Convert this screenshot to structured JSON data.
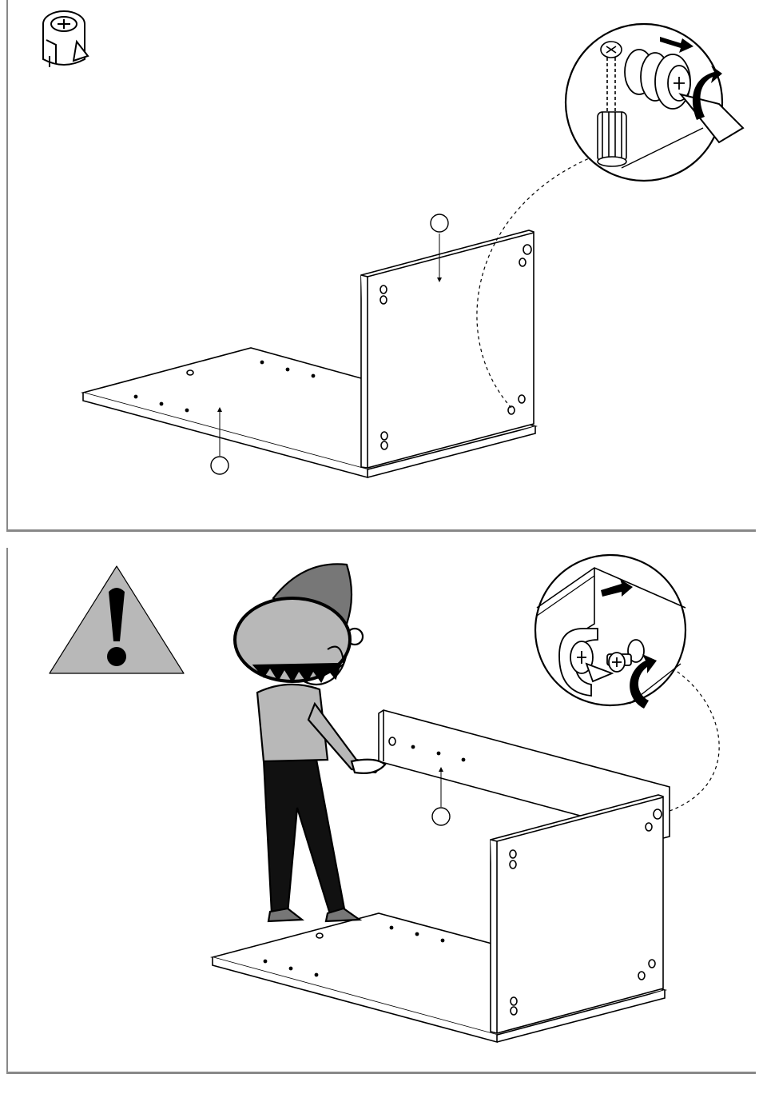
{
  "document": {
    "type": "assembly-instruction-page",
    "steps": [
      {
        "panel": "top",
        "hardware_icon": "cam-lock-fitting-icon",
        "callouts": [
          {
            "part_marker": "",
            "target": "side-panel"
          },
          {
            "part_marker": "",
            "target": "bottom-panel"
          }
        ],
        "detail": "cam-lock-tightening-detail"
      },
      {
        "panel": "bottom",
        "warning_icon": "warning-triangle-icon",
        "figure": "person-holding-back-panel",
        "callouts": [
          {
            "part_marker": "",
            "target": "back-rail-panel"
          }
        ],
        "detail": "cam-lock-tightening-detail"
      }
    ]
  },
  "colors": {
    "line": "#000000",
    "frame": "#888888",
    "warning_fill": "#b8b8b8",
    "cap_fill": "#777777",
    "shirt_fill": "#b8b8b8",
    "pants_fill": "#111111"
  }
}
